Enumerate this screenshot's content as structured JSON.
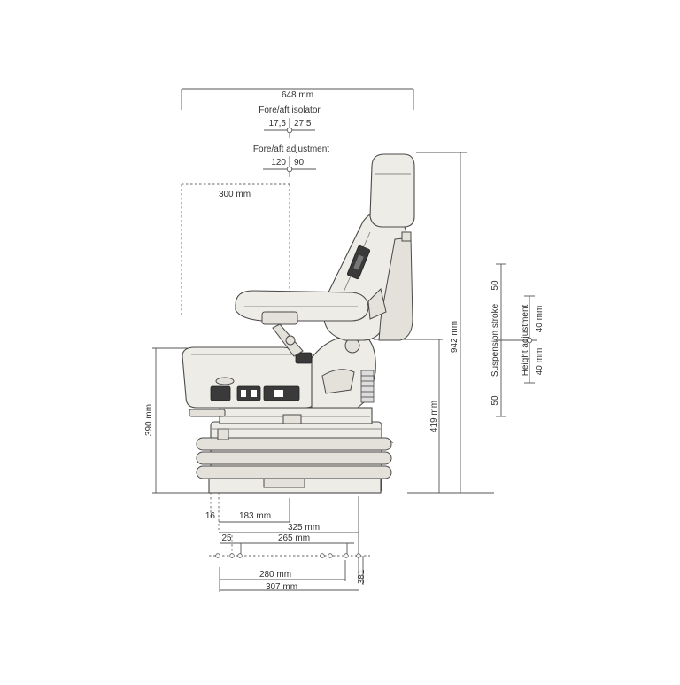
{
  "dimensions": {
    "total_width": "648 mm",
    "fore_aft_isolator": {
      "title": "Fore/aft isolator",
      "left": "17,5",
      "right": "27,5"
    },
    "fore_aft_adjustment": {
      "title": "Fore/aft adjustment",
      "left": "120",
      "right": "90"
    },
    "armrest_offset": "300 mm",
    "total_height": "942 mm",
    "seat_height": "419 mm",
    "cushion_height": "390 mm",
    "suspension": {
      "label": "Suspension stroke",
      "upper": "50",
      "lower": "50"
    },
    "height_adjustment": {
      "label": "Height adjustment",
      "upper": "40 mm",
      "lower": "40 mm"
    },
    "base_offset": "16",
    "base_center": "183 mm",
    "base_325": "325 mm",
    "base_25": "25",
    "base_265": "265 mm",
    "base_280": "280 mm",
    "base_307": "307 mm",
    "base_381": "381"
  },
  "colors": {
    "line": "#555555",
    "seat_fill": "#eeece7",
    "control_dark": "#3a3a3a"
  }
}
